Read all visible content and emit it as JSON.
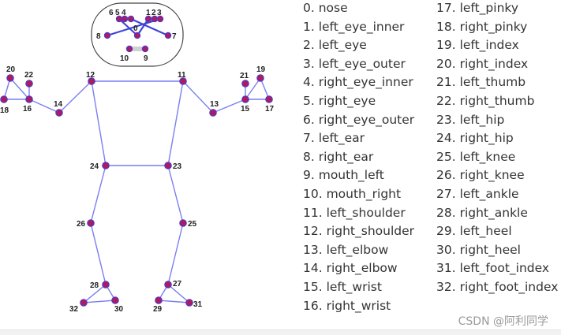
{
  "skeleton": {
    "landmark_labels": {
      "0": "0",
      "1": "1",
      "2": "2",
      "3": "3",
      "4": "4",
      "5": "5",
      "6": "6",
      "7": "7",
      "8": "8",
      "9": "9",
      "10": "10",
      "11": "11",
      "12": "12",
      "13": "13",
      "14": "14",
      "15": "15",
      "16": "16",
      "17": "17",
      "18": "18",
      "19": "19",
      "20": "20",
      "21": "21",
      "22": "22",
      "23": "23",
      "24": "24",
      "25": "25",
      "26": "26",
      "27": "27",
      "28": "28",
      "29": "29",
      "30": "30",
      "31": "31",
      "32": "32"
    },
    "colors": {
      "joint_fill": "#b01a5a",
      "joint_stroke": "#4b3bd0",
      "bone": "#7b7ff0",
      "face_line": "#3d45d8",
      "face_box_stroke": "#444444"
    }
  },
  "landmarks": {
    "items": [
      "0. nose",
      "1. left_eye_inner",
      "2. left_eye",
      "3. left_eye_outer",
      "4. right_eye_inner",
      "5. right_eye",
      "6. right_eye_outer",
      "7. left_ear",
      "8. right_ear",
      "9. mouth_left",
      "10. mouth_right",
      "11. left_shoulder",
      "12. right_shoulder",
      "13. left_elbow",
      "14. right_elbow",
      "15. left_wrist",
      "16. right_wrist",
      "17. left_pinky",
      "18. right_pinky",
      "19. left_index",
      "20. right_index",
      "21. left_thumb",
      "22. right_thumb",
      "23. left_hip",
      "24. right_hip",
      "25. left_knee",
      "26. right_knee",
      "27. left_ankle",
      "28. right_ankle",
      "29. left_heel",
      "30. right_heel",
      "31. left_foot_index",
      "32. right_foot_index"
    ]
  },
  "watermark": "CSDN @阿利同学"
}
